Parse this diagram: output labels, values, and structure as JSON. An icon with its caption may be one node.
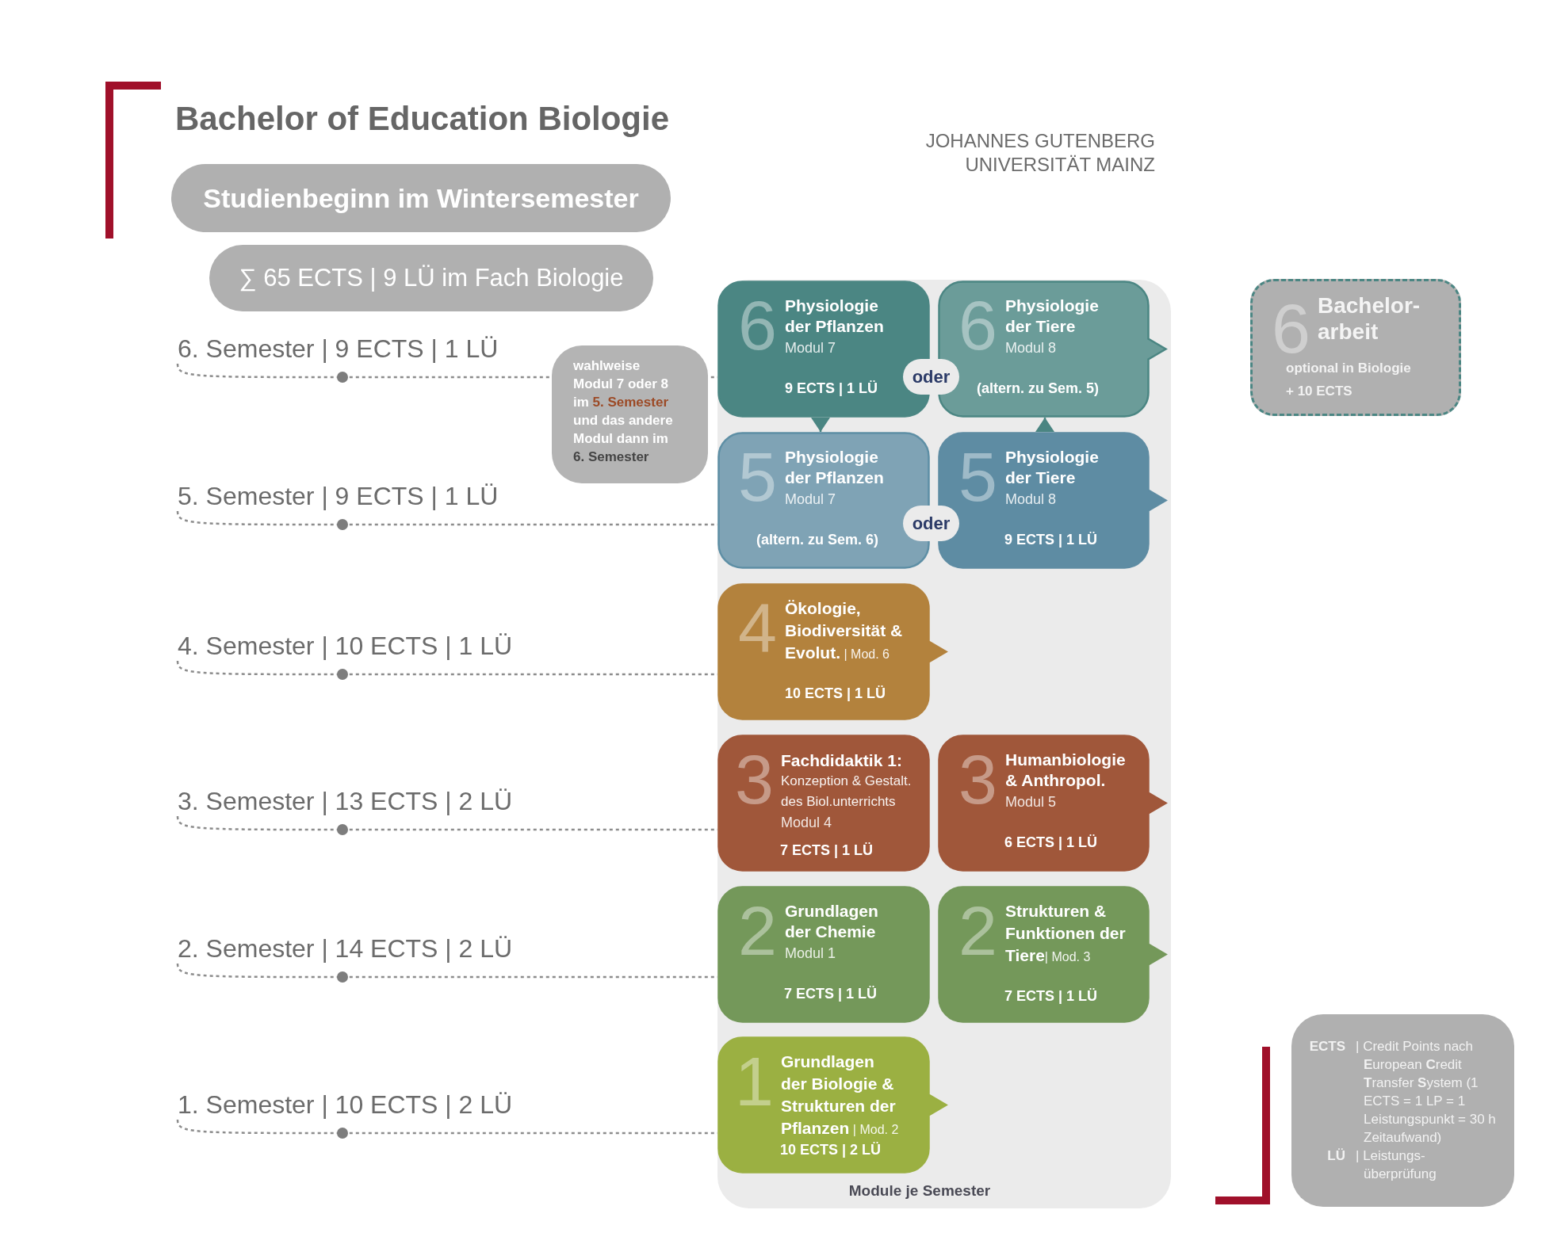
{
  "diagram": {
    "title": "Bachelor of Education Biologie",
    "nodes": [
      {
        "text": [
          "Studienbeginn im Wintersemester"
        ]
      },
      {
        "text": [
          "∑ 65 ECTS | 9 LÜ im Fach Biologie"
        ]
      },
      {
        "text": [
          "6. Semester | 9 ECTS | 1 LÜ"
        ]
      },
      {
        "text": [
          "wahlweise Modul 7 oder 8 im **5. Semester** und das andere Modul dann im **6. Semester**"
        ]
      },
      {
        "text": [
          "Module je Semester"
        ]
      },
      {
        "text": [
          "6",
          "Physiologie der Pflanzen",
          "Modul 7",
          "9 ECTS | 1 LÜ"
        ],
        "in": 4
      },
      {
        "text": [
          "oder"
        ],
        "in": 4
      },
      {
        "text": [
          "6",
          "Physiologie der Tiere",
          "Modul 8",
          "(altern. zu Sem. 5)"
        ],
        "in": 4
      },
      {
        "text": [
          "6",
          "Bachelor- arbeit",
          "optional in Biologie",
          "+ 10 ECTS"
        ]
      },
      {
        "text": [
          "5. Semester | 9 ECTS | 1 LÜ"
        ]
      },
      {
        "text": [
          "5",
          "Physiologie der Pflanzen",
          "Modul 7",
          "(altern. zu Sem. 6)"
        ],
        "in": 4
      },
      {
        "text": [
          "oder"
        ],
        "in": 4
      },
      {
        "text": [
          "5",
          "Physiologie der Tiere",
          "Modul 8",
          "9 ECTS | 1 LÜ"
        ],
        "in": 4
      },
      {
        "text": [
          "4. Semester | 10 ECTS | 1 LÜ"
        ]
      },
      {
        "text": [
          "4",
          "**Ökologie, Biodiversität & Evolut.** | Mod. 6",
          "10 ECTS | 1 LÜ"
        ],
        "in": 4
      },
      {
        "text": [
          "3. Semester | 13 ECTS | 2 LÜ"
        ]
      },
      {
        "text": [
          "3",
          "Fachdidaktik 1:",
          "Konzeption & Gestalt. des Biol.unterrichts",
          "Modul 4",
          "7 ECTS | 1 LÜ"
        ],
        "in": 4
      },
      {
        "text": [
          "3",
          "Humanbiologie & Anthropol.",
          "Modul 5",
          "6 ECTS | 1 LÜ"
        ],
        "in": 4
      },
      {
        "text": [
          "2. Semester | 14 ECTS | 2 LÜ"
        ]
      },
      {
        "text": [
          "2",
          "Grundlagen der Chemie",
          "Modul 1",
          "7 ECTS | 1 LÜ"
        ],
        "in": 4
      },
      {
        "text": [
          "2",
          "**Strukturen & Funktionen der Tiere**| Mod. 3",
          "7 ECTS | 1 LÜ"
        ],
        "in": 4
      },
      {
        "text": [
          "1. Semester | 10 ECTS | 2 LÜ"
        ]
      },
      {
        "text": [
          "1",
          "**Grundlagen der Biologie & Strukturen der Pflanzen** | Mod. 2",
          "10 ECTS | 2 LÜ"
        ],
        "in": 4
      },
      {
        "text": [
          "ECTS",
          "| Credit Points nach **E**uropean **C**redit **T**ransfer **S**ystem (1 ECTS = 1 LP = 1 Leistungspunkt = 30 h Zeitaufwand)",
          "LÜ",
          "| Leistungs- überprüfung"
        ]
      }
    ],
    "edges": [
      {
        "from": 2,
        "to": 5,
        "arrow": "none",
        "style": "dashed"
      },
      {
        "from": 9,
        "to": 10,
        "arrow": "none",
        "style": "dashed"
      },
      {
        "from": 13,
        "to": 14,
        "arrow": "none",
        "style": "dashed"
      },
      {
        "from": 15,
        "to": 16,
        "arrow": "none",
        "style": "dashed"
      },
      {
        "from": 18,
        "to": 19,
        "arrow": "none",
        "style": "dashed"
      },
      {
        "from": 21,
        "to": 22,
        "arrow": "none",
        "style": "dashed"
      },
      {
        "from": 5,
        "to": 10,
        "arrow": "to",
        "color": "#4a8582"
      },
      {
        "from": 12,
        "to": 7,
        "arrow": "to",
        "color": "#4a8582"
      }
    ],
    "labels": [
      "JOHANNES GUTENBERG UNIVERSITÄT MAINZ"
    ]
  }
}
